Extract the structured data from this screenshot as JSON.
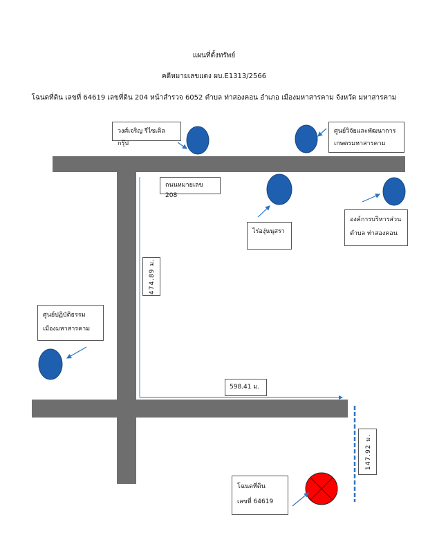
{
  "header": {
    "title": "แผนที่ตั้งทรัพย์",
    "case_number": "คดีหมายเลขแดง ผบ.E1313/2566",
    "deed_info": "โฉนดที่ดิน เลขที่ 64619 เลขที่ดิน 204 หน้าสำรวจ 6052 ตำบล ท่าสองคอน อำเภอ เมืองมหาสารคาม จังหวัด มหาสารคาม"
  },
  "landmarks": {
    "wongcharoen": "วงศ์เจริญ รีไซเคิล กรุ๊ป",
    "research_center": [
      "ศูนย์วิจัยและพัฒนาการ",
      "เกษตรมหาสารคาม"
    ],
    "road_label": "ถนนหมายเลข 208",
    "vineyard": "ไร่องุ่นนุสรา",
    "sao": [
      "องค์การบริหารส่วน",
      "ตำบล ท่าสองคอน"
    ],
    "dharma_center": [
      "ศูนย์ปฏิบัติธรรม",
      "เมืองมหาสารคาม"
    ],
    "property": [
      "โฉนดที่ดิน",
      "เลขที่ 64619"
    ]
  },
  "distances": {
    "vertical": "474.89 ม.",
    "horizontal": "598.41 ม.",
    "final": "147.92 ม."
  },
  "colors": {
    "road": "#6e6e6e",
    "landmark": "#1f5fb0",
    "arrow": "#2e74c0",
    "property": "#ff0000"
  }
}
